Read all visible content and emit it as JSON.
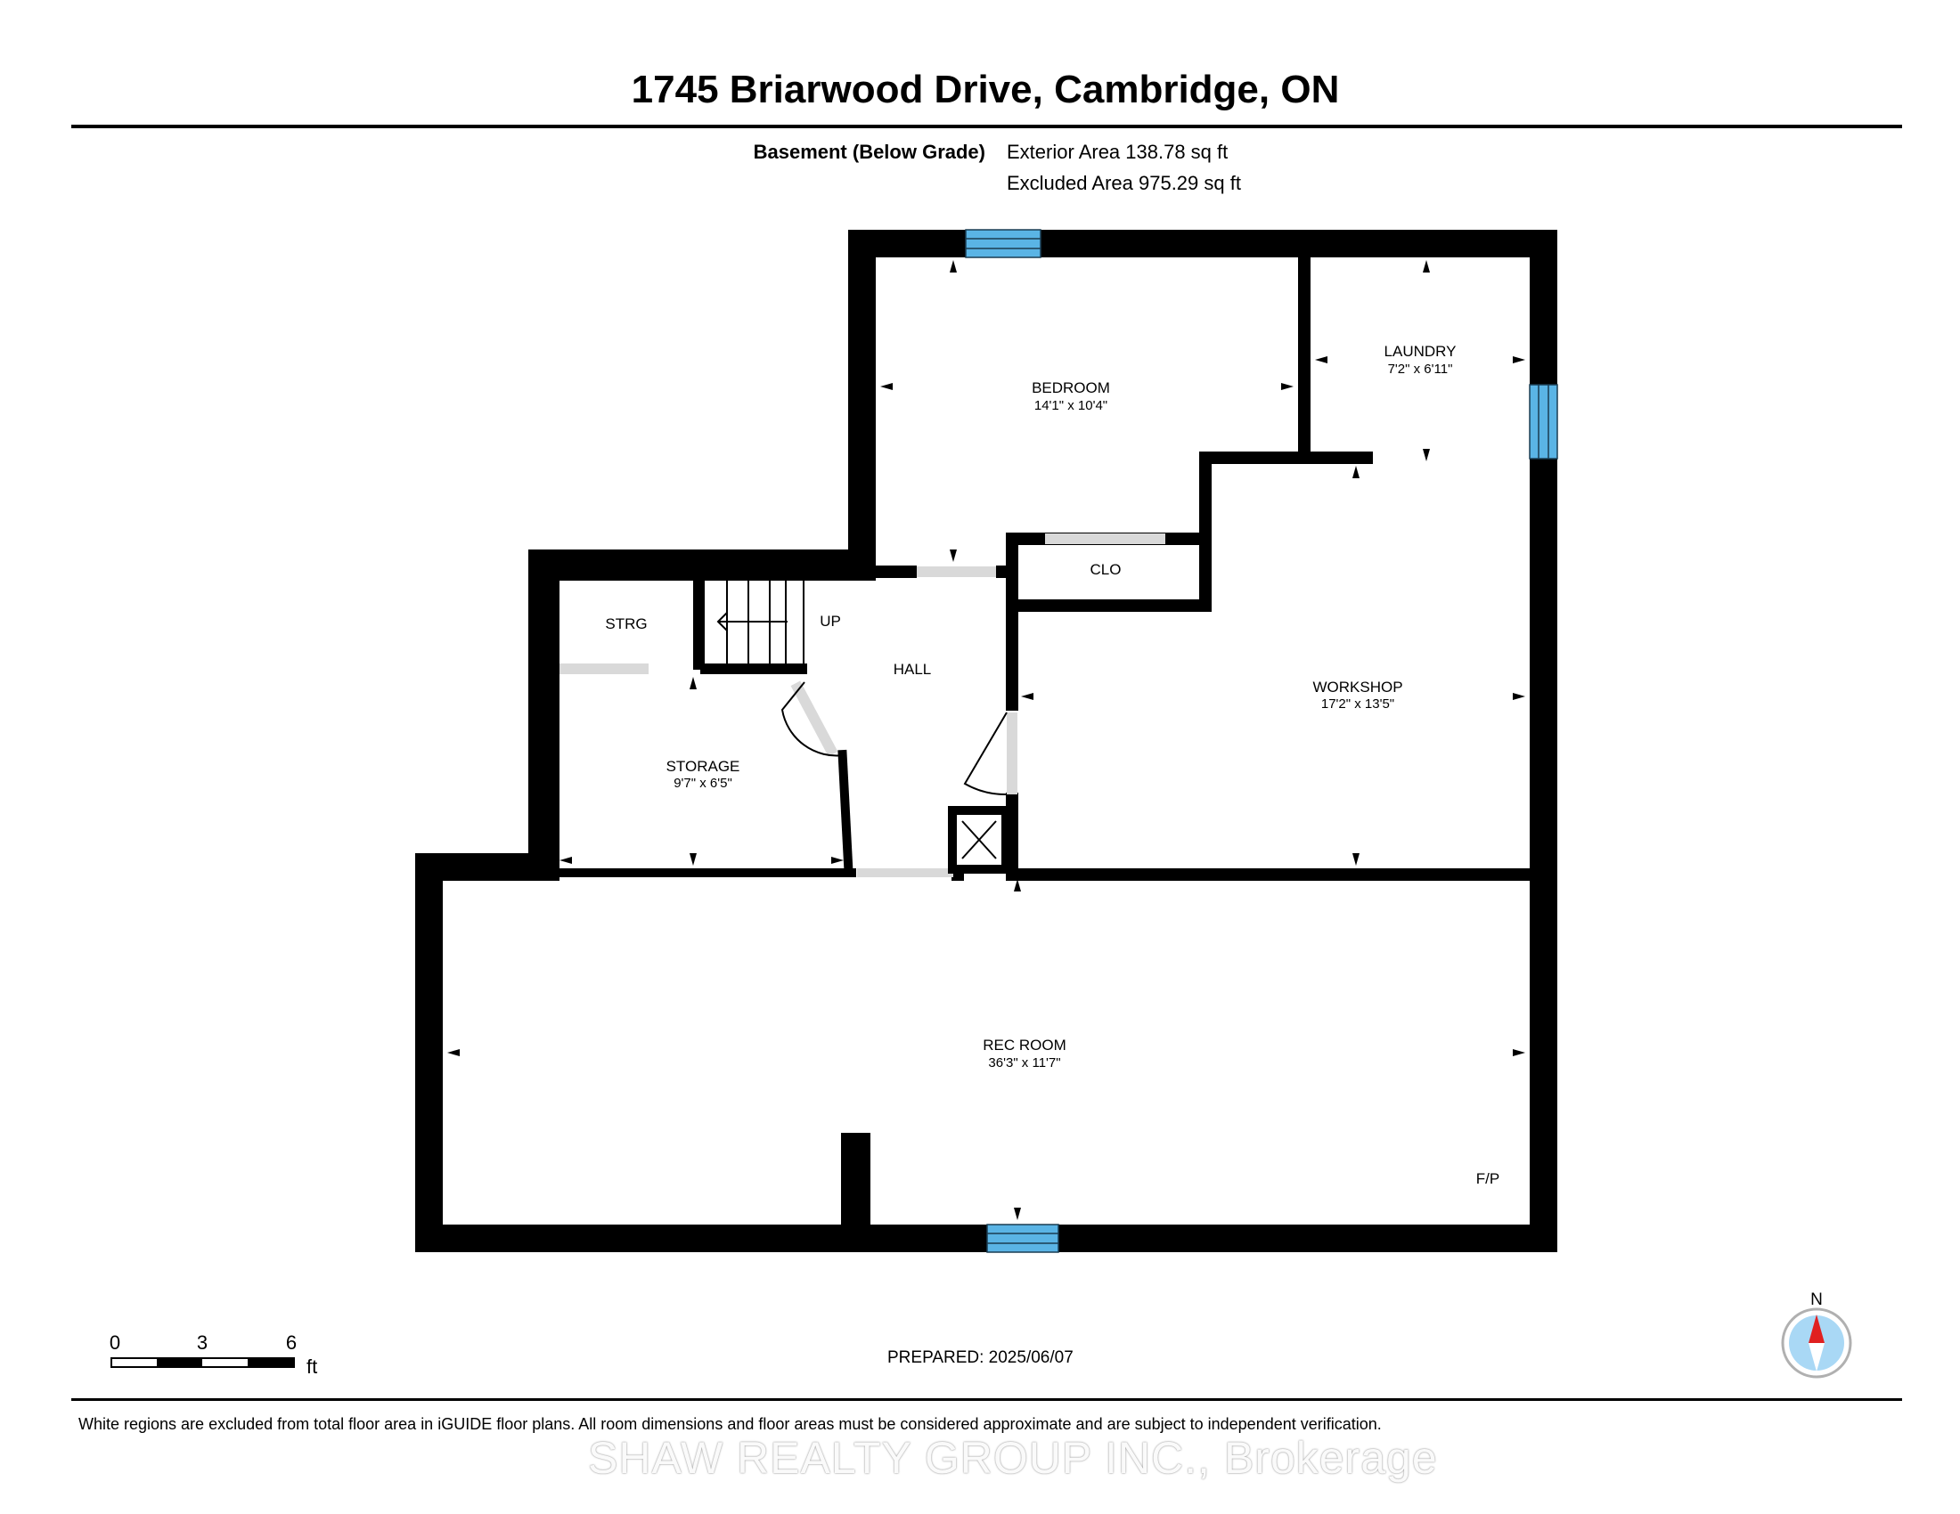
{
  "header": {
    "title": "1745 Briarwood Drive, Cambridge, ON",
    "floor_label": "Basement (Below Grade)",
    "exterior_area": "Exterior Area 138.78 sq ft",
    "excluded_area": "Excluded Area 975.29 sq ft"
  },
  "rooms": {
    "bedroom": {
      "name": "BEDROOM",
      "dims": "14'1\" x 10'4\""
    },
    "laundry": {
      "name": "LAUNDRY",
      "dims": "7'2\" x 6'11\""
    },
    "clo": {
      "name": "CLO"
    },
    "strg": {
      "name": "STRG"
    },
    "up": {
      "name": "UP"
    },
    "hall": {
      "name": "HALL"
    },
    "storage": {
      "name": "STORAGE",
      "dims": "9'7\" x 6'5\""
    },
    "workshop": {
      "name": "WORKSHOP",
      "dims": "17'2\" x 13'5\""
    },
    "rec_room": {
      "name": "REC ROOM",
      "dims": "36'3\" x 11'7\""
    },
    "fireplace": {
      "name": "F/P"
    }
  },
  "scale": {
    "ticks": [
      "0",
      "3",
      "6"
    ],
    "unit": "ft"
  },
  "compass": {
    "label": "N"
  },
  "footer": {
    "prepared": "PREPARED: 2025/06/07",
    "note": "White regions are excluded from total floor area in iGUIDE floor plans. All room dimensions and floor areas must be considered approximate and are subject to independent verification.",
    "watermark": "SHAW REALTY GROUP INC., Brokerage"
  },
  "colors": {
    "wall": "#000000",
    "window": "#5ab4e5",
    "door_opening": "#d9d9d9",
    "compass_needle": "#e02020",
    "compass_disc": "#a9d8f5"
  }
}
